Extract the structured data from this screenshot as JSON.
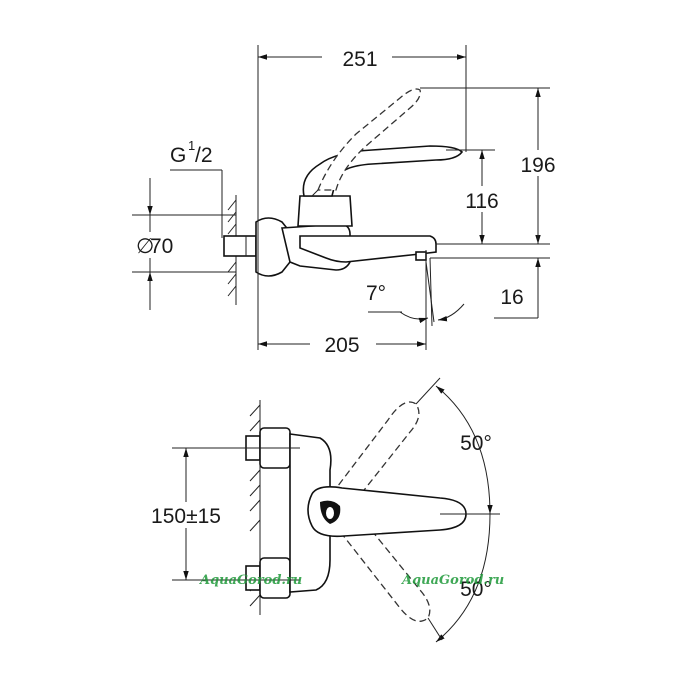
{
  "dimensions": {
    "overall_length": "251",
    "spout_length": "205",
    "total_height": "196",
    "lever_height": "116",
    "spout_drop": "16",
    "rosette_diameter": "70",
    "diameter_symbol": "∅",
    "spout_angle": "7°",
    "connection_thread": "G",
    "connection_thread_sup": "1",
    "connection_thread_frac": "/2",
    "center_distance": "150±15",
    "lever_angle_up": "50°",
    "lever_angle_down": "50°"
  },
  "watermarks": [
    "AquaGorod.ru",
    "AquaGorod.ru"
  ]
}
